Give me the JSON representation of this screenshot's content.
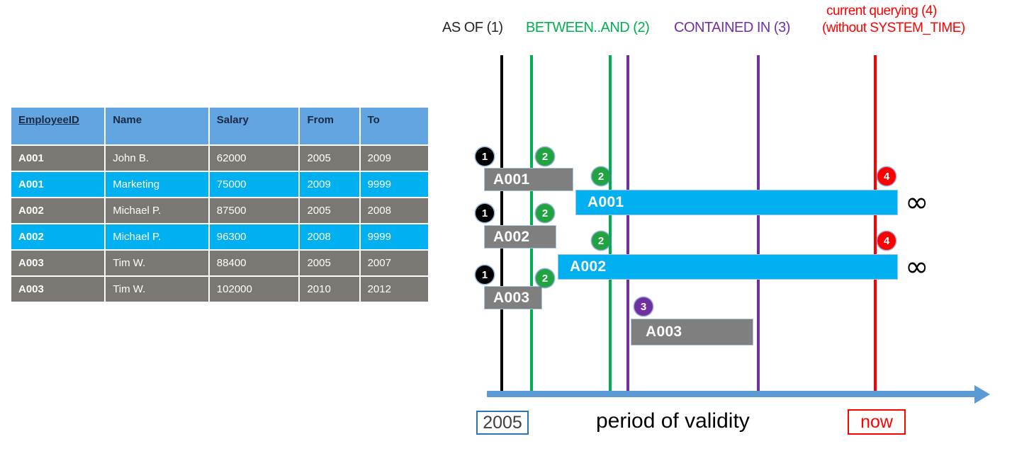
{
  "table": {
    "headers": [
      "EmployeeID",
      "Name",
      "Salary",
      "From",
      "To"
    ],
    "rows": [
      {
        "style": "gray",
        "cells": [
          "A001",
          "John  B.",
          "62000",
          "2005",
          "2009"
        ]
      },
      {
        "style": "cyan",
        "cells": [
          "A001",
          "Marketing",
          "75000",
          "2009",
          "9999"
        ]
      },
      {
        "style": "gray",
        "cells": [
          "A002",
          "Michael P.",
          "87500",
          "2005",
          "2008"
        ]
      },
      {
        "style": "cyan",
        "cells": [
          "A002",
          "Michael P.",
          "96300",
          "2008",
          "9999"
        ]
      },
      {
        "style": "gray",
        "cells": [
          "A003",
          "Tim W.",
          "88400",
          "2005",
          "2007"
        ]
      },
      {
        "style": "gray",
        "cells": [
          "A003",
          "Tim W.",
          "102000",
          "2010",
          "2012"
        ]
      }
    ]
  },
  "legend": {
    "as_of": "AS OF (1)",
    "between_and": "BETWEEN..AND (2)",
    "contained_in": "CONTAINED IN (3)",
    "current_line1": "current querying (4)",
    "current_line2": "(without SYSTEM_TIME)"
  },
  "diagram": {
    "bars": [
      {
        "label": "A001",
        "style": "gray"
      },
      {
        "label": "A001",
        "style": "cyan"
      },
      {
        "label": "A002",
        "style": "gray"
      },
      {
        "label": "A002",
        "style": "cyan"
      },
      {
        "label": "A003",
        "style": "gray"
      },
      {
        "label": "A003",
        "style": "gray"
      }
    ],
    "badges": [
      "1",
      "2",
      "2",
      "1",
      "2",
      "2",
      "1",
      "2",
      "3",
      "4",
      "4"
    ],
    "infinity_symbol": "∞",
    "axis_caption": "period of validity",
    "start_tag": "2005",
    "now_tag": "now"
  },
  "colors": {
    "header_blue": "#62a5e0",
    "row_gray": "#7b7873",
    "row_cyan": "#00b0f0",
    "line_black": "#000000",
    "line_green": "#00b050",
    "line_purple": "#7030a0",
    "line_red": "#ff0000",
    "axis_blue": "#5b9bd5"
  }
}
